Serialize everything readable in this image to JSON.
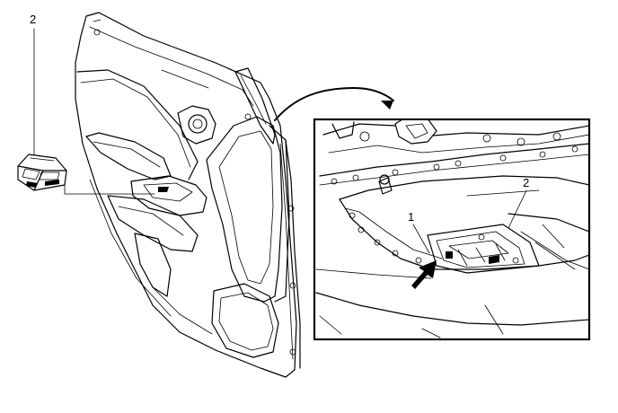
{
  "callouts": {
    "component_label": "2",
    "detail_label_1": "1",
    "detail_label_2": "2"
  },
  "icons": {
    "arrow": "heavy-black-pointer-arrow"
  }
}
